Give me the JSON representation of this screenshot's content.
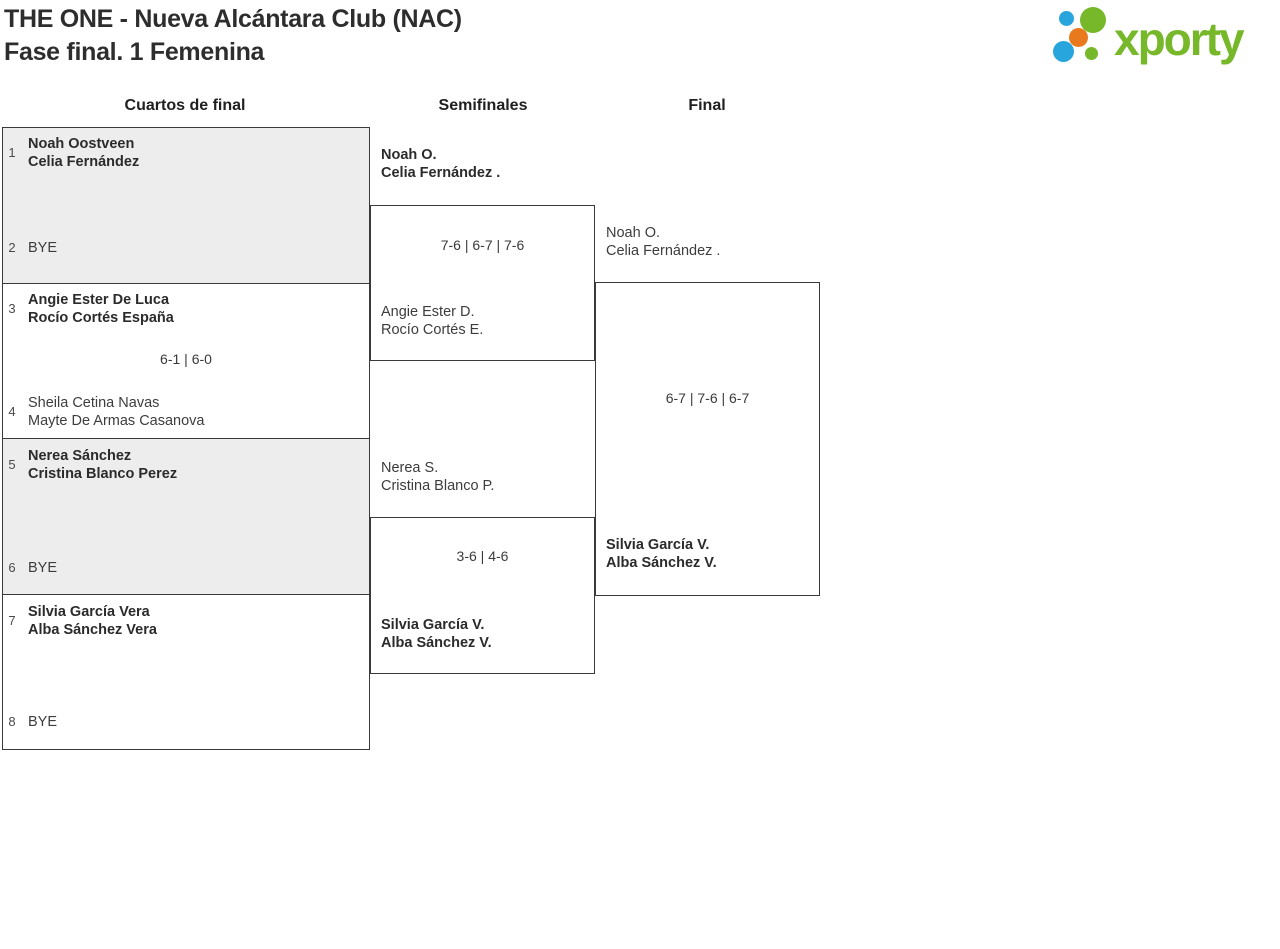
{
  "header": {
    "title_line1": "THE ONE - Nueva Alcántara Club (NAC)",
    "title_line2": "Fase final. 1 Femenina"
  },
  "logo": {
    "wordmark": "xporty",
    "colors": {
      "green": "#76b82a",
      "blue": "#29a5dd",
      "orange": "#e8791d"
    }
  },
  "round_titles": {
    "quarterfinals": "Cuartos de final",
    "semifinals": "Semifinales",
    "final": "Final"
  },
  "colors": {
    "line": "#3a3a3c",
    "match_alt_fill": "#ededed",
    "text_regular": "#3d3d3d",
    "text_winner": "#2b2b2b"
  },
  "quarterfinals": [
    {
      "top": {
        "seed": "1",
        "lines": [
          "Noah Oostveen",
          "Celia Fernández"
        ],
        "winner": true
      },
      "bottom": {
        "seed": "2",
        "lines": [
          "BYE"
        ],
        "winner": false
      },
      "score": ""
    },
    {
      "top": {
        "seed": "3",
        "lines": [
          "Angie Ester De Luca",
          "Rocío Cortés España"
        ],
        "winner": true
      },
      "bottom": {
        "seed": "4",
        "lines": [
          "Sheila Cetina Navas",
          "Mayte De Armas Casanova"
        ],
        "winner": false
      },
      "score": "6-1 | 6-0"
    },
    {
      "top": {
        "seed": "5",
        "lines": [
          "Nerea Sánchez",
          "Cristina Blanco Perez"
        ],
        "winner": true
      },
      "bottom": {
        "seed": "6",
        "lines": [
          "BYE"
        ],
        "winner": false
      },
      "score": ""
    },
    {
      "top": {
        "seed": "7",
        "lines": [
          "Silvia García Vera",
          "Alba Sánchez Vera"
        ],
        "winner": true
      },
      "bottom": {
        "seed": "8",
        "lines": [
          "BYE"
        ],
        "winner": false
      },
      "score": ""
    }
  ],
  "semifinals": [
    {
      "top": {
        "lines": [
          "Noah O.",
          "Celia Fernández ."
        ],
        "winner": true
      },
      "bottom": {
        "lines": [
          "Angie Ester D.",
          "Rocío Cortés E."
        ],
        "winner": false
      },
      "score": "7-6 | 6-7 | 7-6"
    },
    {
      "top": {
        "lines": [
          "Nerea S.",
          "Cristina Blanco P."
        ],
        "winner": false
      },
      "bottom": {
        "lines": [
          "Silvia García V.",
          "Alba Sánchez V."
        ],
        "winner": true
      },
      "score": "3-6 | 4-6"
    }
  ],
  "final": {
    "top": {
      "lines": [
        "Noah O.",
        "Celia Fernández ."
      ],
      "winner": false
    },
    "bottom": {
      "lines": [
        "Silvia García V.",
        "Alba Sánchez V."
      ],
      "winner": true
    },
    "score": "6-7 | 7-6 | 6-7"
  }
}
